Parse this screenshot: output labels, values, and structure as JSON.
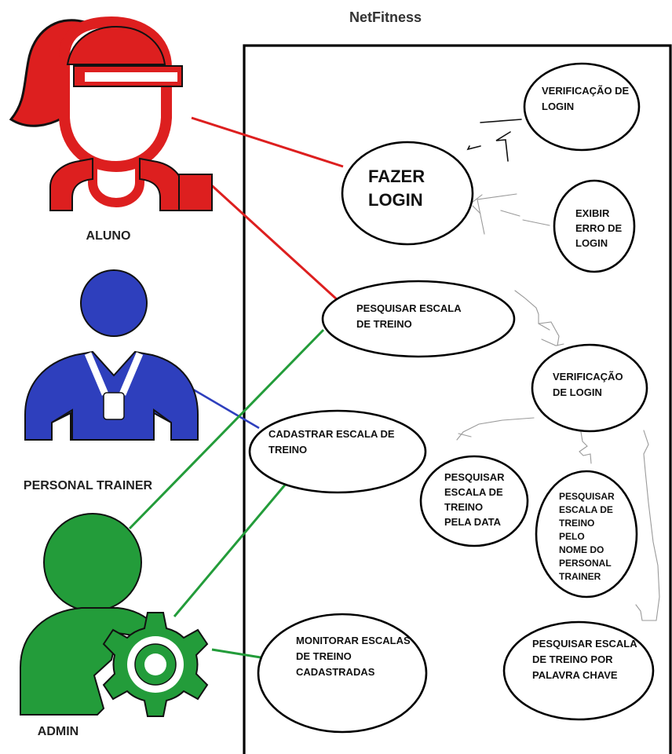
{
  "title": "NetFitness",
  "colors": {
    "aluno": "#dd1f1f",
    "trainer": "#2e3fbd",
    "admin": "#239c3a",
    "boundary": "#000000",
    "sketch": "#9a9a9a"
  },
  "actors": [
    {
      "id": "aluno",
      "label": "ALUNO",
      "icon": "woman-with-headband-icon"
    },
    {
      "id": "trainer",
      "label": "PERSONAL TRAINER",
      "icon": "person-with-lanyard-icon"
    },
    {
      "id": "admin",
      "label": "ADMIN",
      "icon": "user-gear-icon"
    }
  ],
  "use_cases": [
    {
      "id": "fazer-login",
      "lines": [
        "FAZER",
        "LOGIN"
      ]
    },
    {
      "id": "verificacao-login-1",
      "lines": [
        "VERIFICAÇÃO DE",
        "LOGIN"
      ]
    },
    {
      "id": "exibir-erro-login",
      "lines": [
        "EXIBIR",
        "ERRO DE",
        "LOGIN"
      ]
    },
    {
      "id": "pesquisar-escala",
      "lines": [
        "PESQUISAR ESCALA",
        "DE TREINO"
      ]
    },
    {
      "id": "verificacao-login-2",
      "lines": [
        "VERIFICAÇÃO",
        "DE LOGIN"
      ]
    },
    {
      "id": "cadastrar-escala",
      "lines": [
        "CADASTRAR ESCALA DE",
        "TREINO"
      ]
    },
    {
      "id": "pesquisar-pela-data",
      "lines": [
        "PESQUISAR",
        "ESCALA DE",
        "TREINO",
        "PELA DATA"
      ]
    },
    {
      "id": "pesquisar-pelo-nome",
      "lines": [
        "PESQUISAR",
        "ESCALA DE",
        "TREINO",
        "PELO",
        "NOME DO",
        "PERSONAL",
        "TRAINER"
      ]
    },
    {
      "id": "monitorar-escalas",
      "lines": [
        "MONITORAR ESCALAS",
        "DE TREINO",
        "CADASTRADAS"
      ]
    },
    {
      "id": "pesquisar-palavra-chave",
      "lines": [
        "PESQUISAR ESCALA",
        "DE TREINO POR",
        "PALAVRA CHAVE"
      ]
    }
  ],
  "associations": [
    {
      "actor": "aluno",
      "use_case": "fazer-login"
    },
    {
      "actor": "aluno",
      "use_case": "pesquisar-escala"
    },
    {
      "actor": "trainer",
      "use_case": "cadastrar-escala"
    },
    {
      "actor": "admin",
      "use_case": "pesquisar-escala"
    },
    {
      "actor": "admin",
      "use_case": "cadastrar-escala"
    },
    {
      "actor": "admin",
      "use_case": "monitorar-escalas"
    }
  ]
}
